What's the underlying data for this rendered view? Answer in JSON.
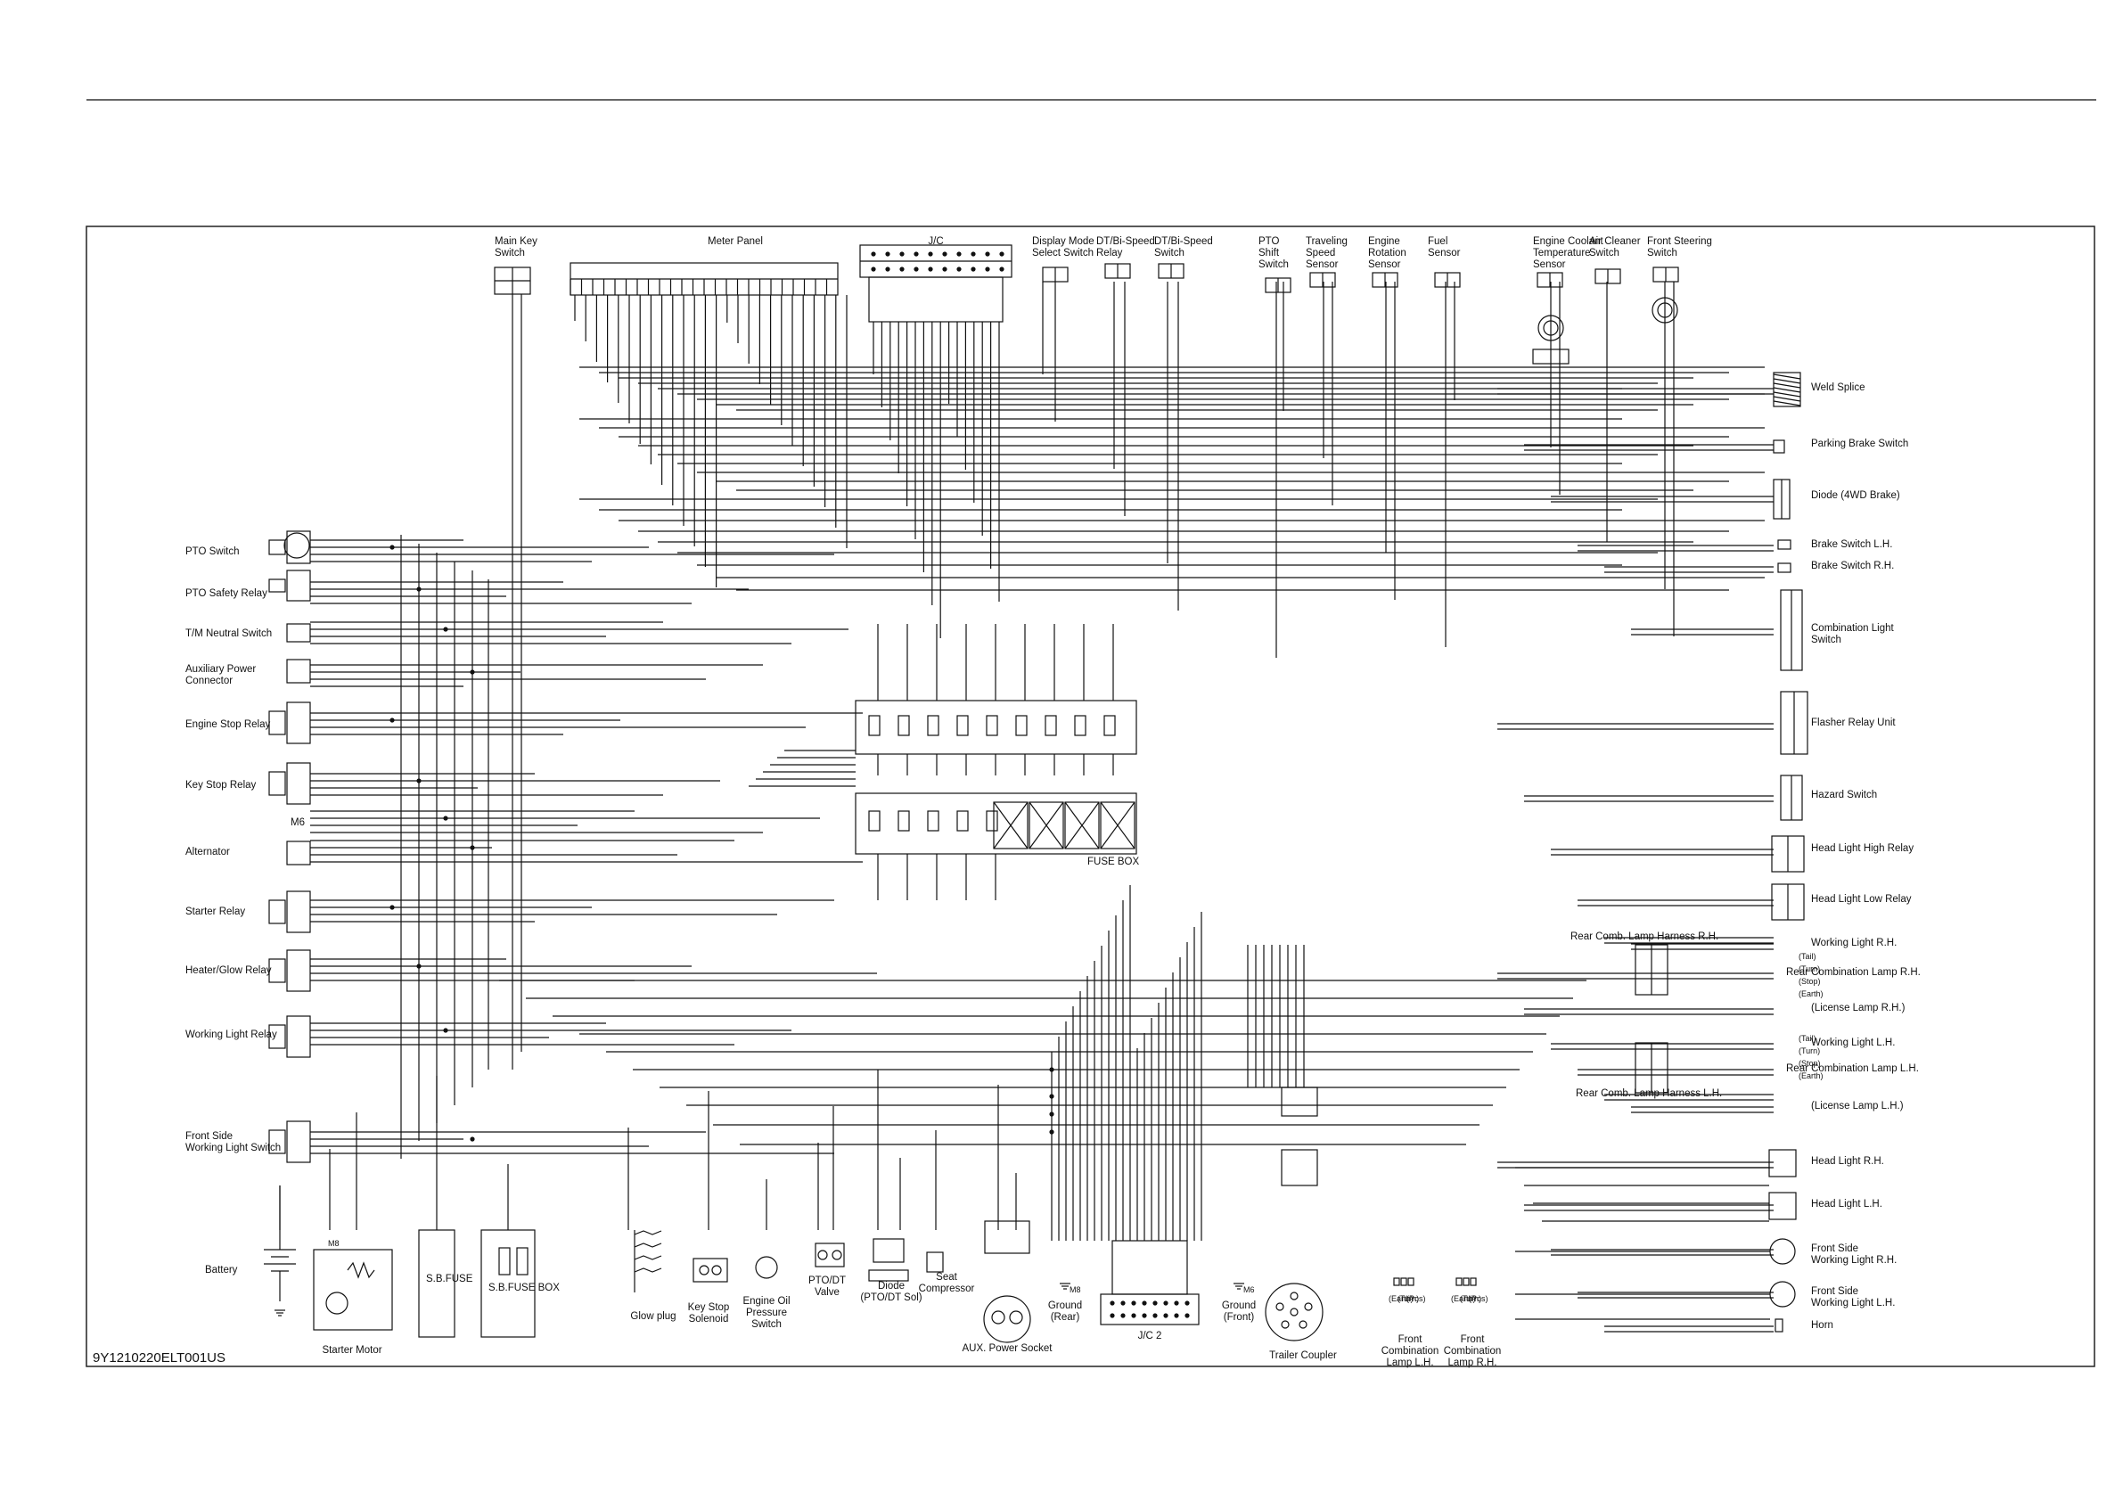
{
  "diagram_code": "9Y1210220ELT001US",
  "top_components": [
    "Main Key Switch",
    "Meter Panel",
    "J/C",
    "Display Mode Select Switch",
    "DT/Bi-Speed Relay",
    "DT/Bi-Speed Switch",
    "PTO Shift Switch",
    "Traveling Speed Sensor",
    "Engine Rotation Sensor",
    "Fuel Sensor",
    "Engine Coolant Temperature Sensor",
    "Air Cleaner Switch",
    "Front Steering Switch"
  ],
  "left_components": [
    "PTO Switch",
    "PTO Safety Relay",
    "T/M Neutral Switch",
    "Auxiliary Power Connector",
    "Engine Stop Relay",
    "Key Stop Relay",
    "M6",
    "Alternator",
    "Starter Relay",
    "Heater/Glow Relay",
    "Working Light Relay",
    "Front Side Working Light Switch"
  ],
  "right_components": [
    "Weld Splice",
    "Parking Brake Switch",
    "Diode (4WD Brake)",
    "Brake Switch L.H.",
    "Brake Switch R.H.",
    "Combination Light Switch",
    "Flasher Relay Unit",
    "Hazard Switch",
    "Head Light High Relay",
    "Head Light Low Relay",
    "Rear Comb. Lamp Harness R.H.",
    "Working Light R.H.",
    "Rear Combination Lamp R.H.",
    "(License Lamp R.H.)",
    "Working Light L.H.",
    "Rear Combination Lamp L.H.",
    "Rear Comb. Lamp Harness L.H.",
    "(License Lamp L.H.)",
    "Head Light R.H.",
    "Head Light L.H.",
    "Front Side Working Light R.H.",
    "Front Side Working Light L.H.",
    "Horn"
  ],
  "bottom_components": [
    "Battery",
    "Starter Motor",
    "S.B.FUSE",
    "S.B.FUSE BOX",
    "Glow plug",
    "Key Stop Solenoid",
    "Engine Oil Pressure Switch",
    "PTO/DT Valve",
    "Diode (PTO/DT Sol)",
    "Seat Compressor",
    "AUX. Power Socket",
    "Ground (Rear)",
    "J/C 2",
    "Ground (Front)",
    "Trailer Coupler",
    "Front Combination Lamp L.H.",
    "Front Combination Lamp R.H."
  ],
  "fuse_box_label": "FUSE BOX",
  "lamp_pins": [
    "(Tail)",
    "(Turn)",
    "(Stop)",
    "(Earth)"
  ],
  "front_lamp_pins": [
    "(Earth)",
    "(Turn)",
    "(Pos)"
  ],
  "ground_marks": [
    "M8",
    "M6"
  ]
}
